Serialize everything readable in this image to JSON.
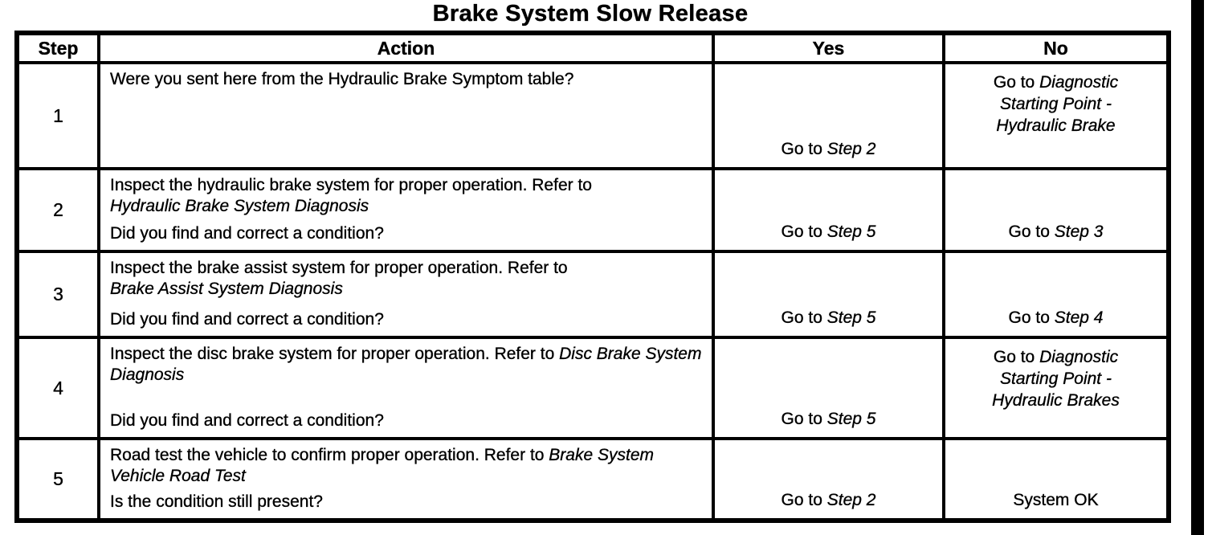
{
  "title": "Brake System Slow Release",
  "colors": {
    "ink": "#000000",
    "paper": "#ffffff"
  },
  "table": {
    "headers": {
      "step": "Step",
      "action": "Action",
      "yes": "Yes",
      "no": "No"
    },
    "rows": [
      {
        "step": "1",
        "action": {
          "text": "Were you sent here from the Hydraulic Brake Symptom table?",
          "ref": "",
          "question": ""
        },
        "yes": {
          "pre": "Go to ",
          "ref": "Step 2"
        },
        "no": {
          "pre": "Go to ",
          "ref": "Diagnostic Starting Point - Hydraulic Brake"
        }
      },
      {
        "step": "2",
        "action": {
          "text": "Inspect the hydraulic brake system for proper operation. Refer to ",
          "ref": "Hydraulic Brake System Diagnosis",
          "question": "Did you find and correct a condition?"
        },
        "yes": {
          "pre": "Go to ",
          "ref": "Step 5"
        },
        "no": {
          "pre": "Go to ",
          "ref": "Step 3"
        }
      },
      {
        "step": "3",
        "action": {
          "text": "Inspect the brake assist system for proper operation. Refer to ",
          "ref": "Brake Assist System Diagnosis",
          "question": "Did you find and correct a condition?"
        },
        "yes": {
          "pre": "Go to ",
          "ref": "Step 5"
        },
        "no": {
          "pre": "Go to ",
          "ref": "Step 4"
        }
      },
      {
        "step": "4",
        "action": {
          "text": "Inspect the disc brake system for proper operation. Refer to ",
          "ref": "Disc Brake System Diagnosis",
          "question": "Did you find and correct a condition?"
        },
        "yes": {
          "pre": "Go to ",
          "ref": "Step 5"
        },
        "no": {
          "pre": "Go to ",
          "ref": "Diagnostic Starting Point - Hydraulic Brakes"
        }
      },
      {
        "step": "5",
        "action": {
          "text": "Road test the vehicle to confirm proper operation. Refer to ",
          "ref": "Brake System Vehicle Road Test",
          "question": "Is the condition still present?"
        },
        "yes": {
          "pre": "Go to ",
          "ref": "Step 2"
        },
        "no": {
          "pre": "System OK",
          "ref": ""
        }
      }
    ]
  }
}
